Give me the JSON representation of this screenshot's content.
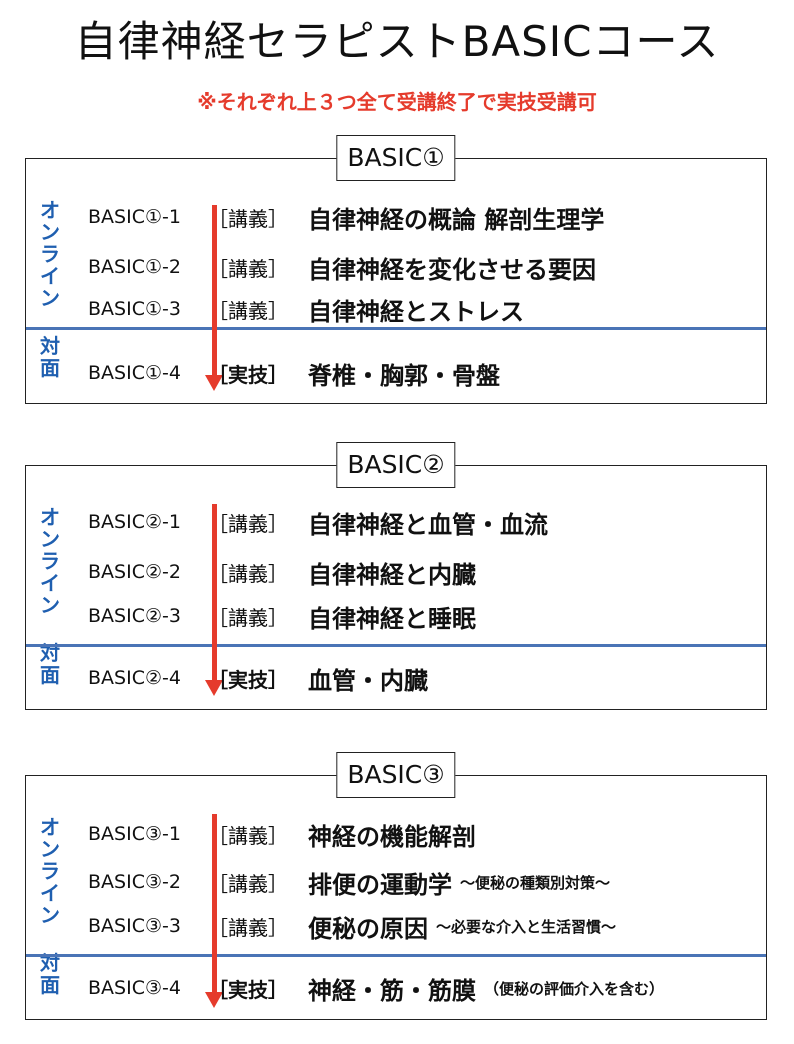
{
  "title": "自律神経セラピストBASICコース",
  "note": "※それぞれ上３つ全て受講終了で実技受講可",
  "colors": {
    "note": "#e53b2c",
    "online": "#1f5fb0",
    "arrow": "#e53b2c",
    "divider": "#4a74b6"
  },
  "labels": {
    "online": "オンライン",
    "offline": "対面"
  },
  "courses": [
    {
      "heading": "BASIC①",
      "lessons": [
        {
          "code": "BASIC①-1",
          "kind": "［講義］",
          "topic": "自律神経の概論 解剖生理学",
          "sub": ""
        },
        {
          "code": "BASIC①-2",
          "kind": "［講義］",
          "topic": "自律神経を変化させる要因",
          "sub": ""
        },
        {
          "code": "BASIC①-3",
          "kind": "［講義］",
          "topic": "自律神経とストレス",
          "sub": ""
        }
      ],
      "practical": {
        "code": "BASIC①-4",
        "kind": "［実技］",
        "topic": "脊椎・胸郭・骨盤",
        "sub": ""
      }
    },
    {
      "heading": "BASIC②",
      "lessons": [
        {
          "code": "BASIC②-1",
          "kind": "［講義］",
          "topic": "自律神経と血管・血流",
          "sub": ""
        },
        {
          "code": "BASIC②-2",
          "kind": "［講義］",
          "topic": "自律神経と内臓",
          "sub": ""
        },
        {
          "code": "BASIC②-3",
          "kind": "［講義］",
          "topic": "自律神経と睡眠",
          "sub": ""
        }
      ],
      "practical": {
        "code": "BASIC②-4",
        "kind": "［実技］",
        "topic": "血管・内臓",
        "sub": ""
      }
    },
    {
      "heading": "BASIC③",
      "lessons": [
        {
          "code": "BASIC③-1",
          "kind": "［講義］",
          "topic": "神経の機能解剖",
          "sub": ""
        },
        {
          "code": "BASIC③-2",
          "kind": "［講義］",
          "topic": "排便の運動学",
          "sub": "～便秘の種類別対策～"
        },
        {
          "code": "BASIC③-3",
          "kind": "［講義］",
          "topic": "便秘の原因",
          "sub": "～必要な介入と生活習慣～"
        }
      ],
      "practical": {
        "code": "BASIC③-4",
        "kind": "［実技］",
        "topic": "神経・筋・筋膜",
        "sub": "（便秘の評価介入を含む）"
      }
    }
  ]
}
